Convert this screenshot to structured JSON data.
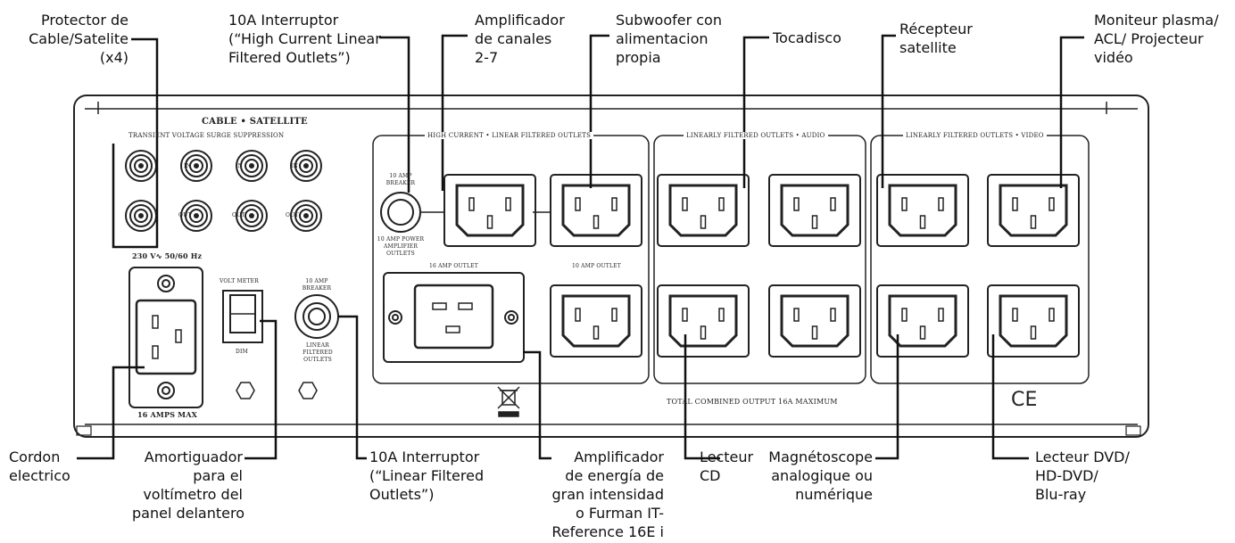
{
  "callouts": {
    "cable_protector": [
      "Protector de",
      "Cable/Satelite",
      "(x4)"
    ],
    "interruptor_high": [
      "10A Interruptor",
      "(“High Current Linear",
      "Filtered Outlets”)"
    ],
    "amp_channels": [
      "Amplificador",
      "de canales",
      "2-7"
    ],
    "subwoofer": [
      "Subwoofer con",
      "alimentacion",
      "propia"
    ],
    "tocadisco": [
      "Tocadisco"
    ],
    "recepteur": [
      "Récepteur",
      "satellite"
    ],
    "moniteur": [
      "Moniteur plasma/",
      "ACL/ Projecteur",
      "vidéo"
    ],
    "cordon": [
      "Cordon",
      "electrico"
    ],
    "amortiguador": [
      "Amortiguador",
      "para el",
      "voltímetro del",
      "panel delantero"
    ],
    "interruptor_linear": [
      "10A Interruptor",
      "(“Linear Filtered",
      "Outlets”)"
    ],
    "amp_energy": [
      "Amplificador",
      "de energía de",
      "gran intensidad",
      "o Furman  IT-",
      "Reference 16E i"
    ],
    "lecteur_cd": [
      "Lecteur",
      "CD"
    ],
    "magnetoscope": [
      "Magnétoscope",
      "analogique ou",
      "numérique"
    ],
    "lecteur_dvd": [
      "Lecteur DVD/",
      "HD-DVD/",
      "Blu-ray"
    ]
  },
  "panel": {
    "cable_satellite": "CABLE • SATELLITE",
    "tvss": "TRANSIENT VOLTAGE SURGE SUPPRESSION",
    "in": "IN",
    "out": "OUT",
    "voltage": "230 V∿ 50/60 Hz",
    "amps_max": "16 AMPS MAX",
    "volt_meter": "VOLT METER",
    "dim": "DIM",
    "breaker_10amp": "10 AMP BREAKER",
    "linear_filtered_outlets": "LINEAR FILTERED OUTLETS",
    "power_amp_outlets": "10 AMP POWER AMPLIFIER OUTLETS",
    "group_high_current": "HIGH CURRENT • LINEAR FILTERED OUTLETS",
    "group_audio": "LINEARLY FILTERED OUTLETS • AUDIO",
    "group_video": "LINEARLY FILTERED OUTLETS • VIDEO",
    "outlet_16a": "16 AMP OUTLET",
    "outlet_10a": "10 AMP OUTLET",
    "total_output": "TOTAL COMBINED OUTPUT 16A MAXIMUM",
    "ce_mark": "CE"
  }
}
